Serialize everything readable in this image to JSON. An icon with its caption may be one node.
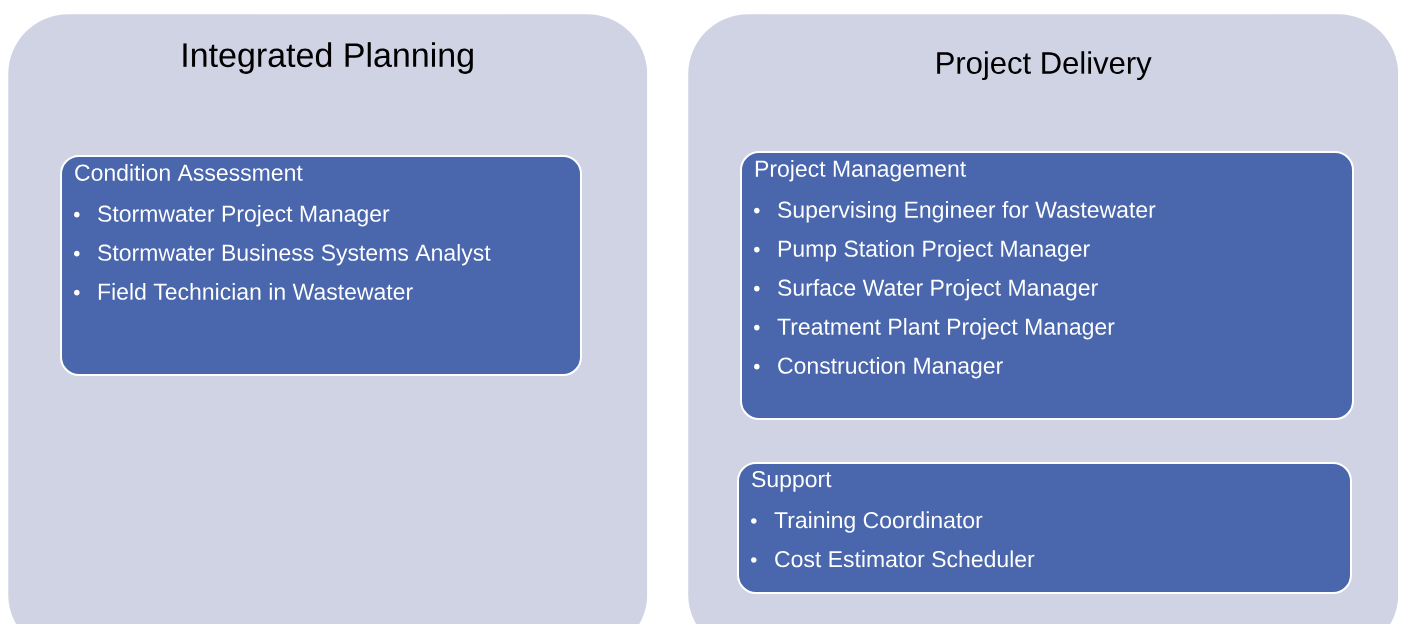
{
  "diagram": {
    "nodes": [
      {
        "text": [
          "Integrated Planning"
        ]
      },
      {
        "text": [
          "Condition Assessment",
          "Stormwater Project Manager",
          "Stormwater Business Systems Analyst",
          "Field Technician in Wastewater"
        ],
        "in": 0
      },
      {
        "text": [
          "Project Delivery"
        ]
      },
      {
        "text": [
          "Project Management",
          "Supervising Engineer for Wastewater",
          "Pump Station Project Manager",
          "Surface Water Project Manager",
          "Treatment Plant Project Manager",
          "Construction Manager"
        ],
        "in": 2
      },
      {
        "text": [
          "Support",
          "Training Coordinator",
          "Cost Estimator Scheduler"
        ],
        "in": 2
      }
    ]
  }
}
